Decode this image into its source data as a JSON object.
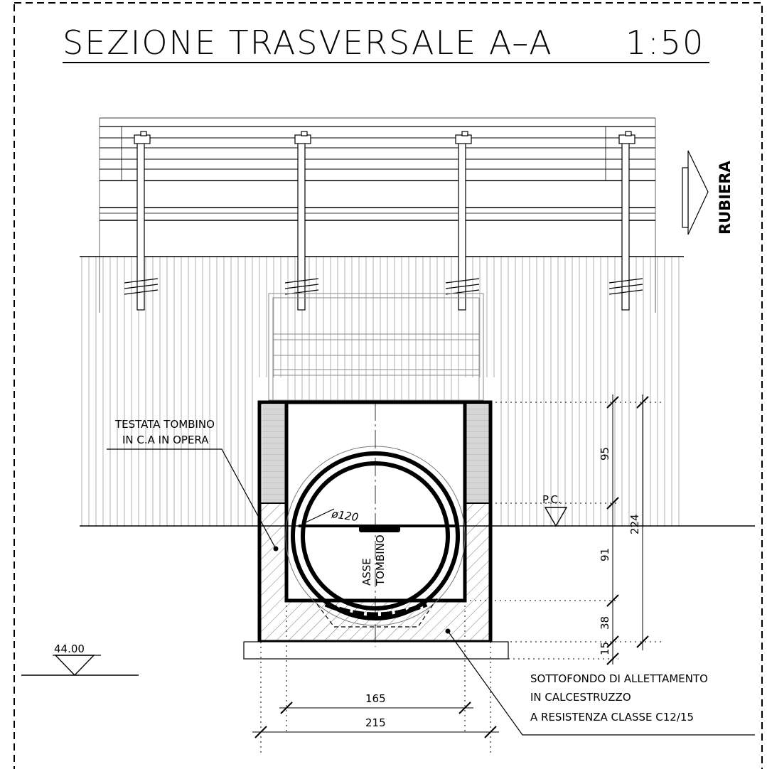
{
  "title": "SEZIONE TRASVERSALE A–A",
  "scale": "1:50",
  "direction_label": "RUBIERA",
  "labels": {
    "headwall_line1": "TESTATA TOMBINO",
    "headwall_line2": "IN C.A IN OPERA",
    "diameter": "ø120",
    "axis_line1": "ASSE",
    "axis_line2": "TOMBINO",
    "ground_level": "P.C.",
    "elevation": "44.00",
    "bedding_line1": "SOTTOFONDO DI ALLETTAMENTO",
    "bedding_line2": "IN CALCESTRUZZO",
    "bedding_line3": "A RESISTENZA CLASSE C12/15"
  },
  "dimensions": {
    "vertical": [
      "95",
      "91",
      "38",
      "15"
    ],
    "vertical_total": "224",
    "inner_width": "165",
    "outer_width": "215"
  },
  "colors": {
    "ink": "#000000",
    "hatch": "#9a9a9a",
    "fill_grey": "#d4d4d4"
  }
}
